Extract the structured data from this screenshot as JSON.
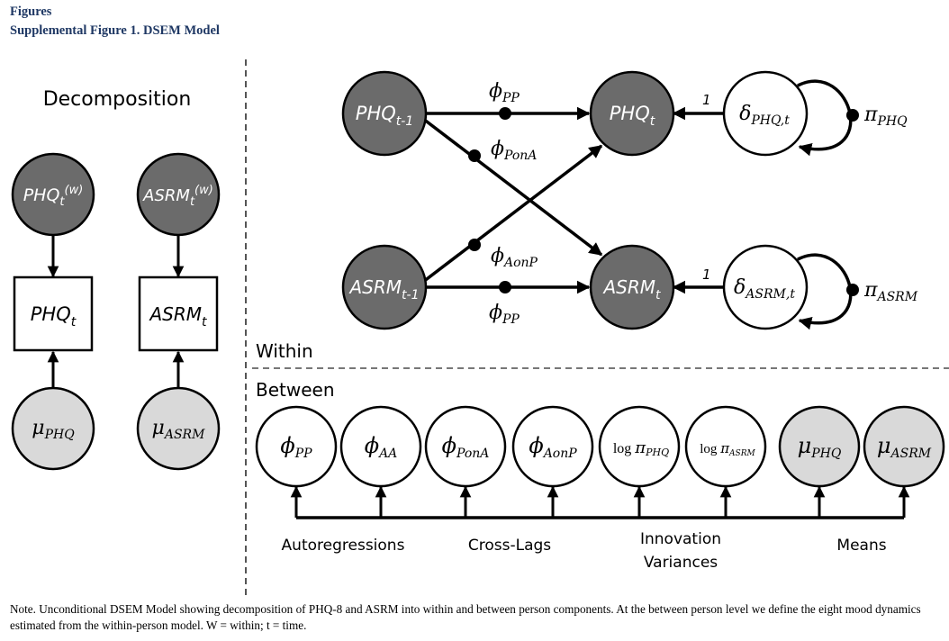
{
  "header": {
    "section": "Figures",
    "title": "Supplemental Figure 1. DSEM Model"
  },
  "decomposition": {
    "title": "Decomposition",
    "columns": [
      {
        "top": {
          "base": "PHQ",
          "sub": "t",
          "sup": "(w)"
        },
        "box": {
          "base": "PHQ",
          "sub": "t"
        },
        "bottom": {
          "sym": "μ",
          "sub": "PHQ"
        }
      },
      {
        "top": {
          "base": "ASRM",
          "sub": "t",
          "sup": "(w)"
        },
        "box": {
          "base": "ASRM",
          "sub": "t"
        },
        "bottom": {
          "sym": "μ",
          "sub": "ASRM"
        }
      }
    ]
  },
  "within": {
    "label": "Within",
    "nodes": {
      "phq_lag": {
        "base": "PHQ",
        "sub": "t-1"
      },
      "asrm_lag": {
        "base": "ASRM",
        "sub": "t-1"
      },
      "phq_t": {
        "base": "PHQ",
        "sub": "t"
      },
      "asrm_t": {
        "base": "ASRM",
        "sub": "t"
      },
      "delta_phq": {
        "sym": "δ",
        "sub": "PHQ,t"
      },
      "delta_asrm": {
        "sym": "δ",
        "sub": "ASRM,t"
      }
    },
    "paths": {
      "phi_pp_top": {
        "sym": "ϕ",
        "sub": "PP"
      },
      "phi_pona": {
        "sym": "ϕ",
        "sub": "PonA"
      },
      "phi_aonp": {
        "sym": "ϕ",
        "sub": "AonP"
      },
      "phi_pp_bottom": {
        "sym": "ϕ",
        "sub": "PP"
      },
      "one_top": "1",
      "one_bottom": "1",
      "pi_phq": {
        "sym": "π",
        "sub": "PHQ"
      },
      "pi_asrm": {
        "sym": "π",
        "sub": "ASRM"
      }
    }
  },
  "between": {
    "label": "Between",
    "nodes": [
      {
        "pre": "",
        "sym": "ϕ",
        "sub": "PP",
        "fill": "white"
      },
      {
        "pre": "",
        "sym": "ϕ",
        "sub": "AA",
        "fill": "white"
      },
      {
        "pre": "",
        "sym": "ϕ",
        "sub": "PonA",
        "fill": "white"
      },
      {
        "pre": "",
        "sym": "ϕ",
        "sub": "AonP",
        "fill": "white"
      },
      {
        "pre": "log",
        "sym": "π",
        "sub": "PHQ",
        "fill": "white"
      },
      {
        "pre": "log",
        "sym": "π",
        "sub": "ASRM",
        "fill": "white"
      },
      {
        "pre": "",
        "sym": "μ",
        "sub": "PHQ",
        "fill": "gray"
      },
      {
        "pre": "",
        "sym": "μ",
        "sub": "ASRM",
        "fill": "gray"
      }
    ],
    "groups": [
      {
        "lines": [
          "Autoregressions"
        ]
      },
      {
        "lines": [
          "Cross-Lags"
        ]
      },
      {
        "lines": [
          "Innovation",
          "Variances"
        ]
      },
      {
        "lines": [
          "Means"
        ]
      }
    ]
  },
  "colors": {
    "dark_node": "#6b6b6b",
    "light_node": "#d9d9d9",
    "heading": "#1f3864"
  },
  "note": "Note. Unconditional DSEM Model showing decomposition of PHQ-8 and ASRM into within and between person components. At the between person level we define the eight mood dynamics estimated from the within-person model. W = within; t = time."
}
